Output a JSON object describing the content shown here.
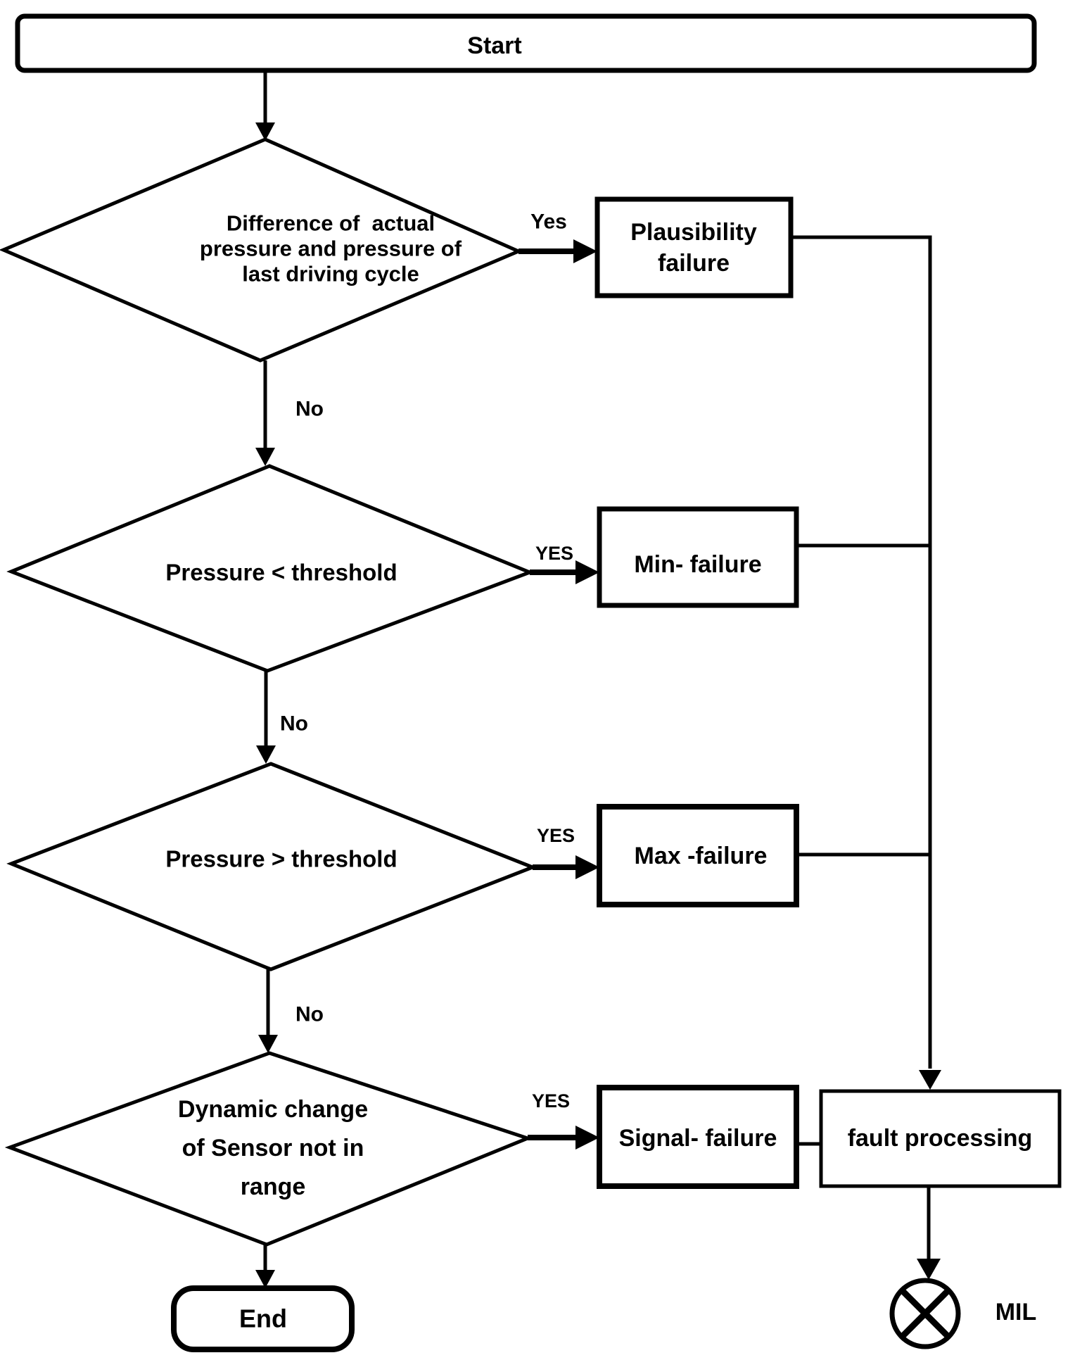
{
  "nodes": {
    "start": "Start",
    "end": "End",
    "fault_processing": "fault processing",
    "mil": "MIL"
  },
  "decisions": [
    {
      "lines": [
        "Difference of  actual",
        "pressure and pressure of",
        "last driving cycle"
      ],
      "yes": "Yes",
      "no": "No"
    },
    {
      "lines": [
        "Pressure < threshold"
      ],
      "yes": "YES",
      "no": "No"
    },
    {
      "lines": [
        "Pressure > threshold"
      ],
      "yes": "YES",
      "no": "No"
    },
    {
      "lines": [
        "Dynamic change",
        "of Sensor not in",
        "range"
      ],
      "yes": "YES"
    }
  ],
  "failures": {
    "plausibility_line1": "Plausibility",
    "plausibility_line2": "failure",
    "min": "Min- failure",
    "max": "Max -failure",
    "signal": "Signal- failure"
  },
  "colors": {
    "stroke": "#000000",
    "background": "#ffffff"
  }
}
